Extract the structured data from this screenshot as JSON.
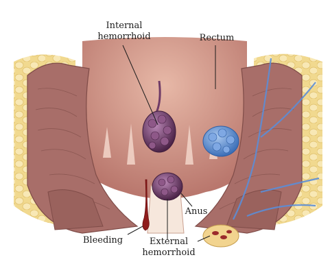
{
  "labels": {
    "internal_hemorrhoid": [
      "Internal",
      "hemorrhoid"
    ],
    "rectum": "Rectum",
    "anus": "Anus",
    "bleeding": "Bleeding",
    "external_hemorrhoid": [
      "External",
      "hemorrhoid"
    ]
  },
  "colors": {
    "rectal_wall": "#c9857c",
    "muscle": "#a86e69",
    "fat": "#f3dd97",
    "vein": "#5b8ed8",
    "hemorrhoid": "#6f3b67",
    "blood": "#8f1c1c"
  }
}
